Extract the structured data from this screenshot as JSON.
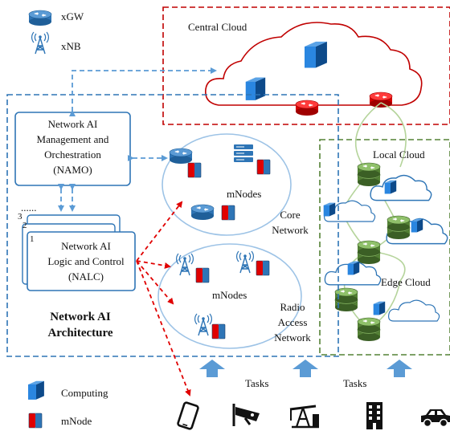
{
  "legend": {
    "xgw": "xGW",
    "xnb": "xNB",
    "computing": "Computing",
    "mnode": "mNode"
  },
  "central_cloud": {
    "label": "Central Cloud"
  },
  "namo": {
    "line1": "Network AI",
    "line2": "Management and",
    "line3": "Orchestration",
    "line4": "(NAMO)"
  },
  "nalc": {
    "ellipsis": "......",
    "stack_numbers": [
      "3",
      "2",
      "1"
    ],
    "line1": "Network AI",
    "line2": "Logic and Control",
    "line3": "(NALC)"
  },
  "architecture": {
    "line1": "Network AI",
    "line2": "Architecture"
  },
  "core": {
    "mnodes": "mNodes",
    "line1": "Core",
    "line2": "Network"
  },
  "ran": {
    "mnodes": "mNodes",
    "line1": "Radio",
    "line2": "Access",
    "line3": "Network"
  },
  "local_cloud": {
    "label": "Local Cloud"
  },
  "edge_cloud": {
    "label": "Edge Cloud"
  },
  "tasks": [
    "Tasks",
    "Tasks"
  ],
  "device_icons": [
    "smartphone-icon",
    "cctv-camera-icon",
    "oil-pump-icon",
    "building-icon",
    "car-icon"
  ],
  "colors": {
    "central_cloud_border": "#c00000",
    "local_cloud_border": "#548235",
    "architecture_border": "#2e75b6",
    "cloud_outline": "#c00000",
    "bubble": "#9dc3e6",
    "gateway_blue": "#2e75b6",
    "gateway_red": "#e00000",
    "gateway_green": "#70ad47",
    "computing_blue": "#1f78d1",
    "mnode_red": "#e00000",
    "task_arrow": "#5b9bd5"
  }
}
